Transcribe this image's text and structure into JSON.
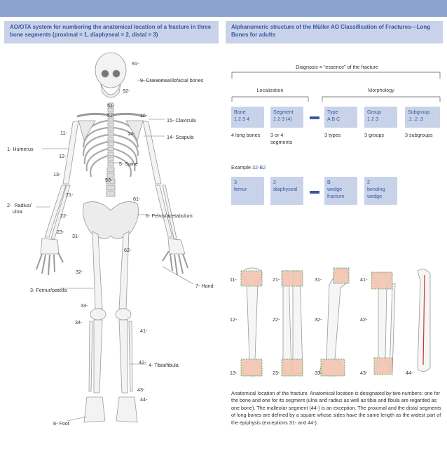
{
  "header": {
    "left_title": "AO/OTA system for numbering the anatomical location of a fracture in three bone segments (proximal = 1, diaphyseal = 2, distal = 3)",
    "right_title": "Alphanumeric structure of the Müller AO Classification of Fractures—Long Bones for adults"
  },
  "skeleton_labels": {
    "n91": "91-",
    "craniomaxillofacial": "9-  Craniomaxillofacial bones",
    "n92": "92-",
    "n51": "51-",
    "n52": "52-",
    "n15": "15-",
    "clavicula": "15-  Clavicula",
    "n11": "11-",
    "n14": "14-",
    "scapula": "14-  Scapula",
    "humerus": "1-  Humerus",
    "n12": "12-",
    "spine": "5-  Spine",
    "n13": "13-",
    "n53": "53-",
    "n21": "21-",
    "n61": "61-",
    "radius": "2-  Radius/\n    ulna",
    "n22": "22-",
    "pelvis": "6-  Pelvis/acetabulum",
    "n23": "23-",
    "n31": "31-",
    "n62": "62-",
    "n32": "32-",
    "hand": "7-  Hand",
    "femur": "3-  Femur/patella",
    "n33": "33-",
    "n34": "34-",
    "n41": "41-",
    "n42": "42-",
    "tibia": "4-  Tibia/fibula",
    "n43": "43-",
    "n44": "44-",
    "foot": "8-  Foot"
  },
  "classification": {
    "diagnosis": "Diagnosis = “essence” of the fracture",
    "localization": "Localization",
    "morphology": "Morphology",
    "boxes": [
      {
        "line1": "Bone",
        "line2": "1 2 3 4"
      },
      {
        "line1": "Segment",
        "line2": "1 2 3 (4)"
      },
      {
        "line1": "Type",
        "line2": "A B C"
      },
      {
        "line1": "Group",
        "line2": "1 2 3"
      },
      {
        "line1": "Subgroup",
        "line2": ".1 .2 .3"
      }
    ],
    "descriptions": [
      "4 long bones",
      "3 or 4\nsegments",
      "3 types",
      "3 groups",
      "3 subgroups"
    ],
    "example_label": "Example",
    "example_code": "32-B2",
    "example_boxes": [
      {
        "line1": "3",
        "line2": "femur",
        "line3": ""
      },
      {
        "line1": "2",
        "line2": "diaphyseal",
        "line3": ""
      },
      {
        "line1": "B",
        "line2": "wedge",
        "line3": "fracture"
      },
      {
        "line1": "2",
        "line2": "bending",
        "line3": "wedge"
      }
    ]
  },
  "bone_labels": {
    "h11": "11-",
    "h12": "12-",
    "h13": "13-",
    "r21": "21-",
    "r22": "22-",
    "r23": "23-",
    "f31": "31-",
    "f32": "32-",
    "f33": "33-",
    "t41": "41-",
    "t42": "42-",
    "t43": "43-",
    "t44": "44-"
  },
  "caption": "Anatomical location of the fracture. Anatomical location is designated by two numbers: one for the bone and one for its segment (ulna and radius as well as tibia and fibula are regarded as one bone). The malleolar segment (44-) is an exception. The proximal and the distal segments of long bones are defined by a square whose sides have the same length as the widest part of the epiphysis (exceptions 31- and 44-).",
  "colors": {
    "accent": "#3b57a0",
    "header_bg": "#c8d3ea",
    "topbar": "#8da3cf",
    "bone_fill": "#f6f6f6",
    "segment_fill": "#f2c2ad",
    "segment_border": "#3c9a6c"
  }
}
